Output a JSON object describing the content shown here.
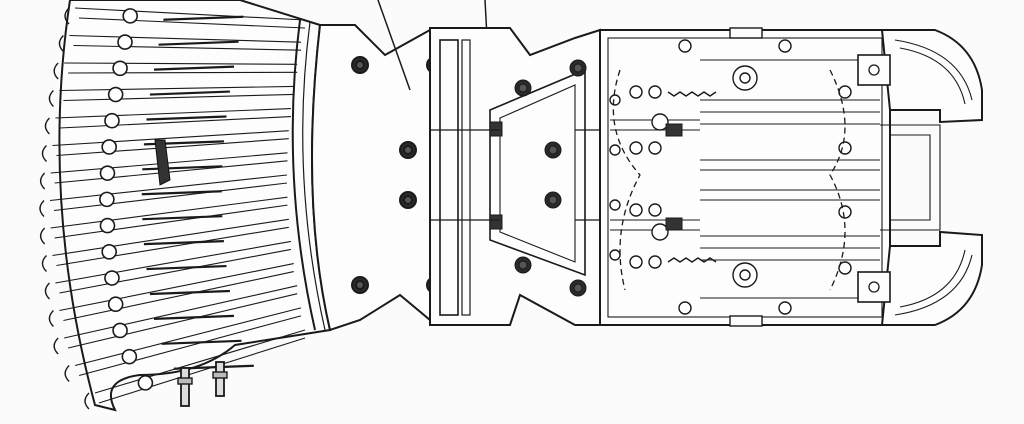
{
  "drawing": {
    "kind": "line-art technical drawing",
    "ink_color": "#1a1a1a",
    "paper_color": "#fbfbfb",
    "bolt_color": "#2a2a2a",
    "components": [
      {
        "id": "curved-vane-assembly",
        "icon": "fan-segment"
      },
      {
        "id": "adapter-plate",
        "icon": "plate"
      },
      {
        "id": "transition-frame",
        "icon": "frame"
      },
      {
        "id": "main-chassis-frame",
        "icon": "chassis"
      },
      {
        "id": "fork-end-frame",
        "icon": "fork"
      }
    ],
    "leader_lines": 2
  }
}
